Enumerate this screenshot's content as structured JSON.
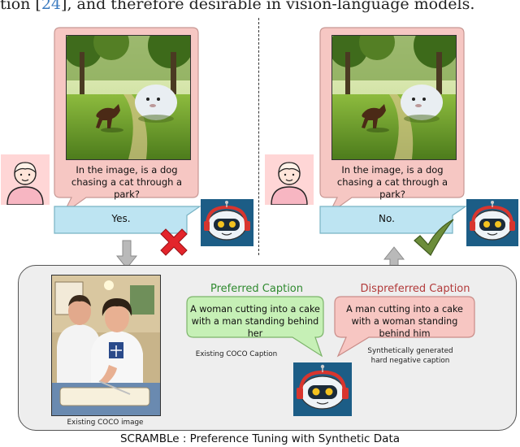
{
  "header_text_prefix": "tion [",
  "header_ref": "24",
  "header_text_suffix": "], and therefore desirable in vision-language models.",
  "left": {
    "question_line1": "In the image, is a dog",
    "question_line2": "chasing a cat through a park?",
    "answer": "Yes.",
    "verdict_icon": "red-cross-icon"
  },
  "right": {
    "question_line1": "In the image, is a dog",
    "question_line2": "chasing a cat through a park?",
    "answer": "No.",
    "verdict_icon": "green-check-icon"
  },
  "panel": {
    "preferred_heading": "Preferred Caption",
    "preferred_caption": "A woman cutting into a cake with a man standing behind her",
    "preferred_note": "Existing COCO Caption",
    "dispreferred_heading": "Dispreferred Caption",
    "dispreferred_caption": "A man cutting into a cake with a woman standing behind him",
    "dispreferred_note_line1": "Synthetically generated",
    "dispreferred_note_line2": "hard negative caption",
    "image_label": "Existing COCO image"
  },
  "title": "SCRAMBLe : Preference Tuning with Synthetic Data",
  "colors": {
    "preferred_green": "#2f8a2f",
    "dispreferred_red": "#b23a3a",
    "caption_box_green": "#c6f0b6",
    "caption_box_red": "#f7c6c2",
    "question_pink": "#f6c7c3",
    "answer_blue": "#bde4f2"
  }
}
